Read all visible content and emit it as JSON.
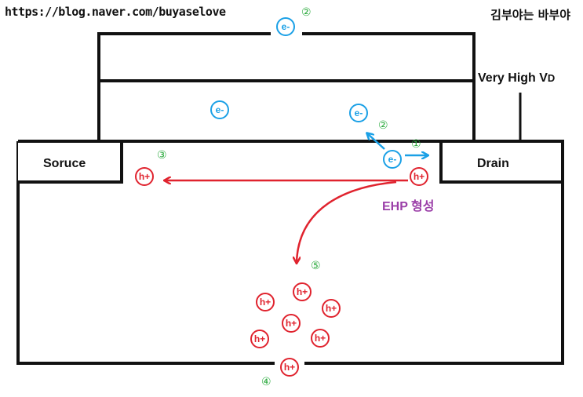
{
  "header": {
    "url": "https://blog.naver.com/buyaselove",
    "signature": "김부야는 바부야"
  },
  "labels": {
    "source": "Soruce",
    "drain": "Drain",
    "vd": "Very High V",
    "vd_sub": "D",
    "ehp": "EHP 형성"
  },
  "particles": {
    "electron": "e-",
    "hole": "h+"
  },
  "markers": {
    "m1": "①",
    "m2": "②",
    "m3": "③",
    "m4": "④",
    "m5": "⑤"
  },
  "colors": {
    "electron": "#1aa0e6",
    "hole": "#e0232e",
    "marker": "#27a83a",
    "ehp": "#9b3fa8"
  }
}
